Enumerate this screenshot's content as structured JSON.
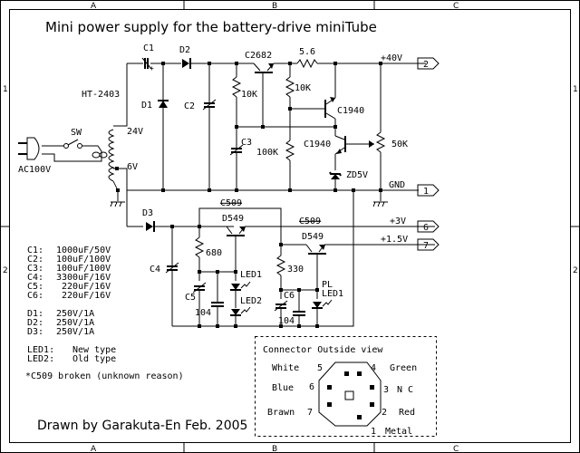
{
  "title": "Mini power supply for the battery-drive miniTube",
  "credit": "Drawn by Garakuta-En Feb. 2005",
  "frame": {
    "columns": [
      "A",
      "B",
      "C"
    ],
    "rows": [
      "1",
      "2"
    ]
  },
  "components": {
    "transformer": "HT-2403",
    "tap_24v": "24V",
    "tap_6v": "6V",
    "switch": "SW",
    "ac_input": "AC100V",
    "c1": "C1",
    "d2": "D2",
    "d1": "D1",
    "c2": "C2",
    "q1": "C2682",
    "r_5_6": "5.6",
    "r_10k_a": "10K",
    "r_10k_b": "10K",
    "q2": "C1940",
    "q3": "C1940",
    "c3": "C3",
    "r_100k": "100K",
    "pot_50k": "50K",
    "zener": "ZD5V",
    "d3": "D3",
    "c4": "C4",
    "c509_a": "C509",
    "c509_b": "C509",
    "q4": "D549",
    "q5": "D549",
    "r_680": "680",
    "r_330": "330",
    "led1": "LED1",
    "led2": "LED2",
    "pl": "PL",
    "pl_led": "LED1",
    "c5": "C5",
    "c6": "C6",
    "cap104_a": "104",
    "cap104_b": "104"
  },
  "outputs": [
    {
      "label": "+40V",
      "pin": "2"
    },
    {
      "label": "GND",
      "pin": "1"
    },
    {
      "label": "+3V",
      "pin": "6"
    },
    {
      "label": "+1.5V",
      "pin": "7"
    }
  ],
  "parts_list": {
    "capacitors": [
      {
        "ref": "C1:",
        "value": "1000uF/50V"
      },
      {
        "ref": "C2:",
        "value": "100uF/100V"
      },
      {
        "ref": "C3:",
        "value": "100uF/100V"
      },
      {
        "ref": "C4:",
        "value": "3300uF/16V"
      },
      {
        "ref": "C5:",
        "value": " 220uF/16V"
      },
      {
        "ref": "C6:",
        "value": " 220uF/16V"
      }
    ],
    "diodes": [
      {
        "ref": "D1:",
        "value": "250V/1A"
      },
      {
        "ref": "D2:",
        "value": "250V/1A"
      },
      {
        "ref": "D3:",
        "value": "250V/1A"
      }
    ],
    "leds": [
      {
        "ref": "LED1:",
        "value": "New type"
      },
      {
        "ref": "LED2:",
        "value": "Old type"
      }
    ],
    "note": "*C509 broken (unknown reason)"
  },
  "connector": {
    "title": "Connector Outside view",
    "pins": [
      {
        "num": "5",
        "name": "White"
      },
      {
        "num": "4",
        "name": "Green"
      },
      {
        "num": "6",
        "name": "Blue"
      },
      {
        "num": "3",
        "name": "N C"
      },
      {
        "num": "7",
        "name": "Brawn"
      },
      {
        "num": "2",
        "name": "Red"
      },
      {
        "num": "1",
        "name": "Metal"
      }
    ]
  }
}
